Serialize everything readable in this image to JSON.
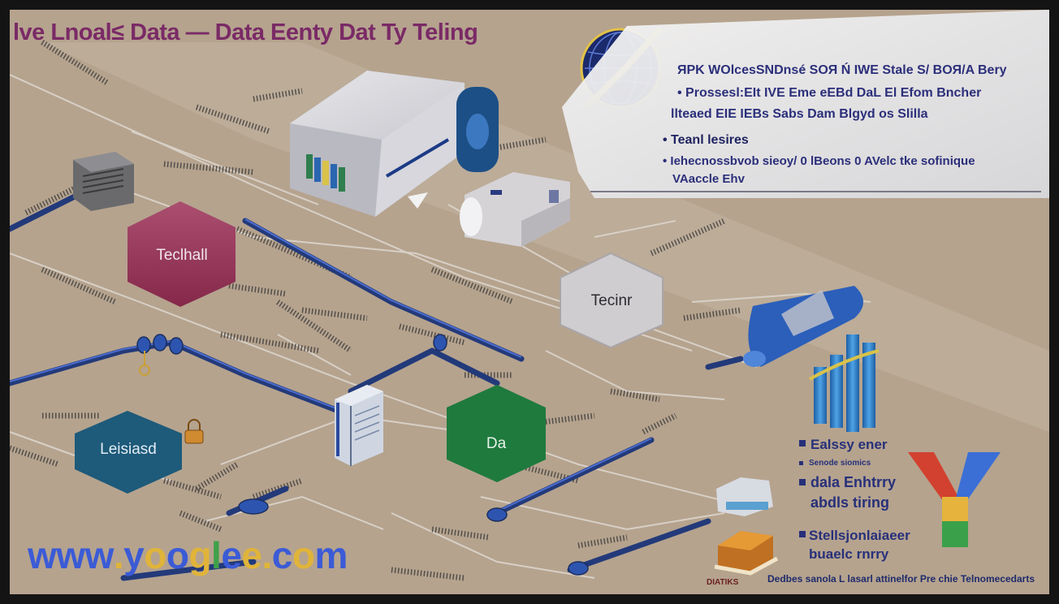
{
  "title": "lve Lnoal≤ Data — Data Eenty Dat Ty Teling",
  "panel": {
    "lines": [
      "ЯPK WOlcesSNDnsé SOЯ Ń IWE Stale S/ BOЯ/A Bery",
      "Prossesl:EIt IVE Eme eEBd DaL El Efom Bncher",
      "llteaed EIE IEBs Sabs Dam Blgyd os Slilla",
      "Teanl lesires",
      "Iehecnossbvob sieoy/ 0 lBeons 0 AVelc tke sofinique",
      "VAaccle Ehv"
    ],
    "bullets": [
      false,
      true,
      false,
      true,
      true,
      false
    ]
  },
  "hexagons": [
    {
      "label": "Teclhall",
      "color": "#9c2f57"
    },
    {
      "label": "Tecinr",
      "color": "#d0cdd0"
    },
    {
      "label": "Da",
      "color": "#1f7a3e"
    },
    {
      "label": "Leisiasd",
      "color": "#1e5a7a"
    }
  ],
  "legend": [
    {
      "text": "Ealssy ener",
      "size": "large"
    },
    {
      "text": "Senode siomics",
      "size": "small"
    },
    {
      "text": "dala Enhtrry",
      "size": "large"
    },
    {
      "text": "abdls tiring",
      "size": "large"
    },
    {
      "text": "Stellsjonlaiaeer",
      "size": "large"
    },
    {
      "text": "buaelc rnrry",
      "size": "large"
    }
  ],
  "small_tag": "DIATIKS",
  "footer": "Dedbes sanola L lasarl attinelfor Pre chie Telnomecedarts",
  "watermark": "www.yooglee.com",
  "watermark_colors": [
    "#3b5bd6",
    "#3b5bd6",
    "#3b5bd6",
    "#e0b43a",
    "#3b5bd6",
    "#e0b43a",
    "#3b5bd6",
    "#e0b43a",
    "#3fa04a",
    "#3b5bd6",
    "#e0b43a",
    "#e0b43a",
    "#3b5bd6",
    "#e0b43a",
    "#3b5bd6"
  ],
  "colors": {
    "background": "#b5a38e",
    "title": "#7a2a66",
    "pipes": "#233a7a",
    "logo_red": "#d2412f",
    "logo_blue": "#3b6fd6",
    "logo_yellow": "#e6b43c",
    "logo_green": "#3aa04a"
  },
  "icons": [
    "globe-icon",
    "server-icon",
    "printer-icon",
    "scanner-icon",
    "cylinder-icon",
    "bar-chart-icon",
    "router-icon",
    "database-icon",
    "y-logo-icon",
    "padlock-icon"
  ]
}
